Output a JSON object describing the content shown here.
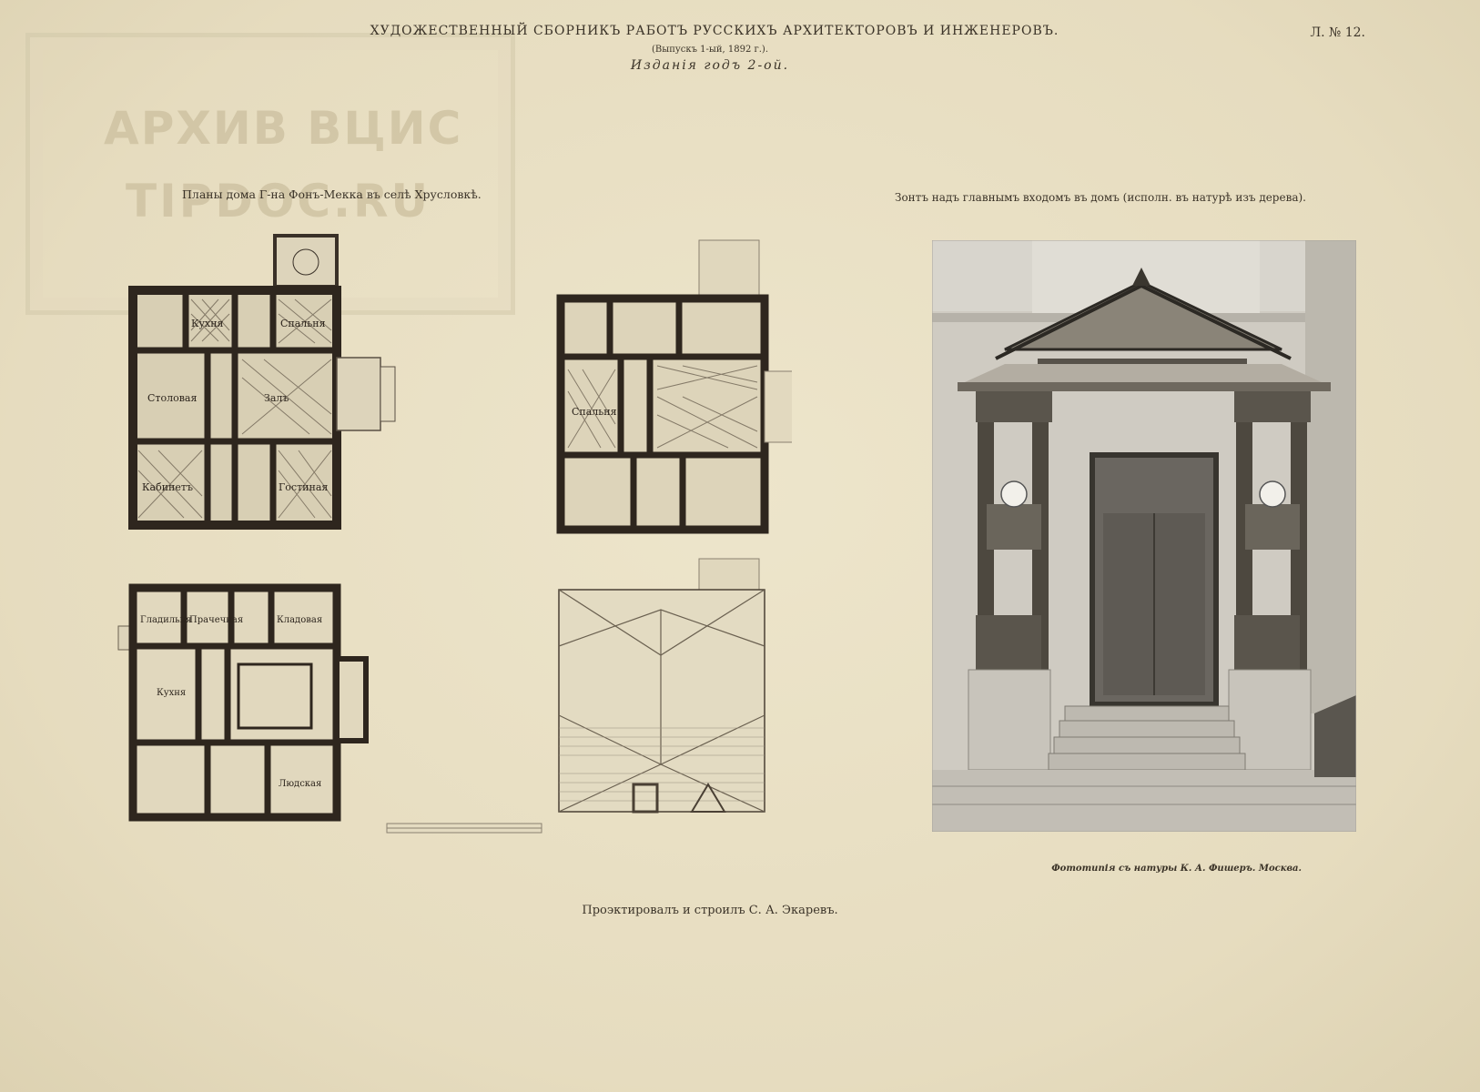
{
  "header": {
    "title": "ХУДОЖЕСТВЕННЫЙ СБОРНИКЪ РАБОТЪ РУССКИХЪ АРХИТЕКТОРОВЪ И ИНЖЕНЕРОВЪ.",
    "issue": "(Выпускъ 1-ый, 1892 г.).",
    "edition": "Изданія годъ 2-ой.",
    "sheet_number": "Л. № 12."
  },
  "watermark": {
    "line1": "АРХИВ ВЦИС",
    "line2": "TIPDOC.RU"
  },
  "captions": {
    "plans": "Планы дома Г-на Фонъ-Мекка въ селѣ Хрусловкѣ.",
    "canopy": "Зонтъ надъ главнымъ входомъ въ домъ (исполн. въ натурѣ изъ дерева).",
    "photo_credit": "Фототипія съ натуры К. А. Фишеръ. Москва.",
    "author": "Проэктировалъ и строилъ С. А. Экаревъ."
  },
  "plan_labels": {
    "first_floor": [
      "Кухня",
      "Спальня",
      "Столовая",
      "Залъ",
      "Кабинетъ",
      "Гостиная"
    ],
    "second_floor": [
      "Спальня"
    ],
    "basement": [
      "Гладильня",
      "Прачечная",
      "Кладовая",
      "Кухня",
      "Людская"
    ]
  }
}
